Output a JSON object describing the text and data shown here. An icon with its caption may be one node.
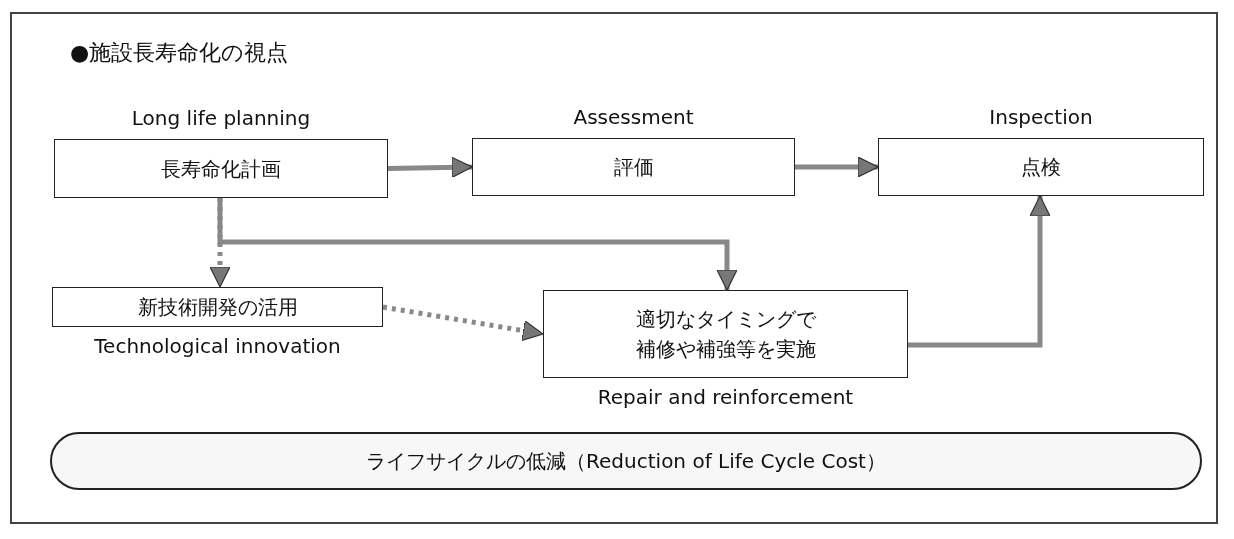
{
  "diagram": {
    "title": "●施設長寿命化の視点",
    "nodes": [
      {
        "text": [
          "Long life planning",
          "長寿命化計画"
        ]
      },
      {
        "text": [
          "Assessment",
          "評価"
        ]
      },
      {
        "text": [
          "Inspection",
          "点検"
        ]
      },
      {
        "text": [
          "新技術開発の活用",
          "Technological innovation"
        ]
      },
      {
        "text": [
          "適切なタイミングで補修や補強等を実施",
          "Repair and reinforcement"
        ]
      },
      {
        "text": [
          "ライフサイクルの低減（Reduction of Life Cycle Cost）"
        ]
      }
    ],
    "edges": [
      {
        "from": 0,
        "to": 1,
        "arrow": "to"
      },
      {
        "from": 1,
        "to": 2,
        "arrow": "to"
      },
      {
        "from": 0,
        "to": 4,
        "arrow": "to"
      },
      {
        "from": 0,
        "to": 3,
        "arrow": "to",
        "style": "dashed"
      },
      {
        "from": 3,
        "to": 4,
        "arrow": "to",
        "style": "dashed"
      },
      {
        "from": 4,
        "to": 2,
        "arrow": "to"
      }
    ]
  }
}
